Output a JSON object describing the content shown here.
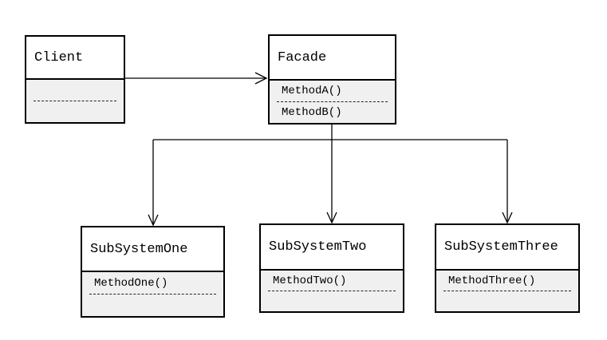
{
  "colors": {
    "background": "#ffffff",
    "box_title_fill": "#ffffff",
    "box_compartment_fill": "#f0f0f0",
    "border": "#000000",
    "line": "#000000"
  },
  "diagram": {
    "type": "uml-class-diagram",
    "nodes": [
      {
        "id": "client",
        "title": "Client",
        "method_top": "",
        "method_bottom": ""
      },
      {
        "id": "facade",
        "title": "Facade",
        "method_top": "MethodA()",
        "method_bottom": "MethodB()"
      },
      {
        "id": "subsystem-one",
        "title": "SubSystemOne",
        "method_top": "MethodOne()",
        "method_bottom": ""
      },
      {
        "id": "subsystem-two",
        "title": "SubSystemTwo",
        "method_top": "MethodTwo()",
        "method_bottom": ""
      },
      {
        "id": "subsystem-three",
        "title": "SubSystemThree",
        "method_top": "MethodThree()",
        "method_bottom": ""
      }
    ],
    "edges": [
      {
        "from": "Client",
        "to": "Facade",
        "style": "open-arrow"
      },
      {
        "from": "Facade",
        "to": "SubSystemOne",
        "style": "open-arrow"
      },
      {
        "from": "Facade",
        "to": "SubSystemTwo",
        "style": "open-arrow"
      },
      {
        "from": "Facade",
        "to": "SubSystemThree",
        "style": "open-arrow"
      }
    ]
  }
}
